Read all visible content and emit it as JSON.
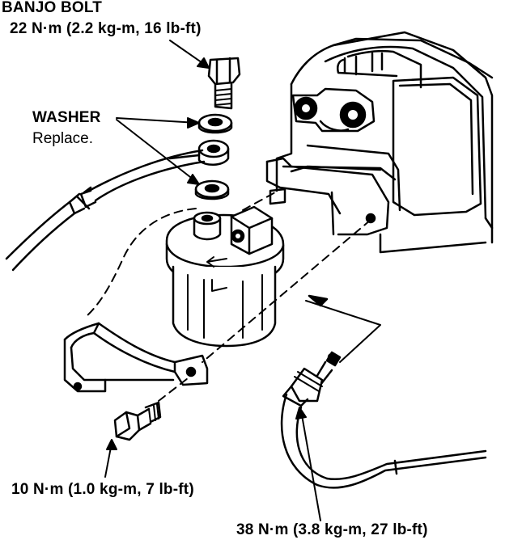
{
  "labels": {
    "banjo_bolt_title": "BANJO BOLT",
    "banjo_bolt_torque": "22 N·m (2.2 kg-m, 16 lb-ft)",
    "washer_title": "WASHER",
    "washer_note": "Replace.",
    "mount_bolt_torque": "10 N·m (1.0 kg-m, 7 lb-ft)",
    "flare_nut_torque": "38 N·m (3.8 kg-m, 27 lb-ft)"
  },
  "colors": {
    "ink": "#000000",
    "paper": "#ffffff"
  }
}
